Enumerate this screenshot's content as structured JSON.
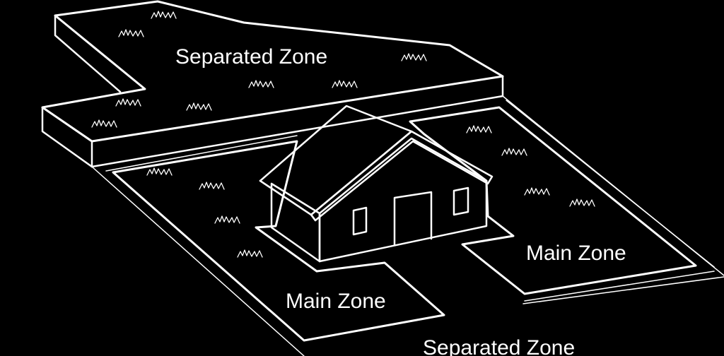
{
  "zones": {
    "upper_separated": "Separated Zone",
    "right_main": "Main Zone",
    "front_main": "Main Zone",
    "bottom_separated": "Separated Zone"
  },
  "colors": {
    "background": "#000000",
    "stroke": "#ffffff",
    "text": "#ffffff"
  }
}
